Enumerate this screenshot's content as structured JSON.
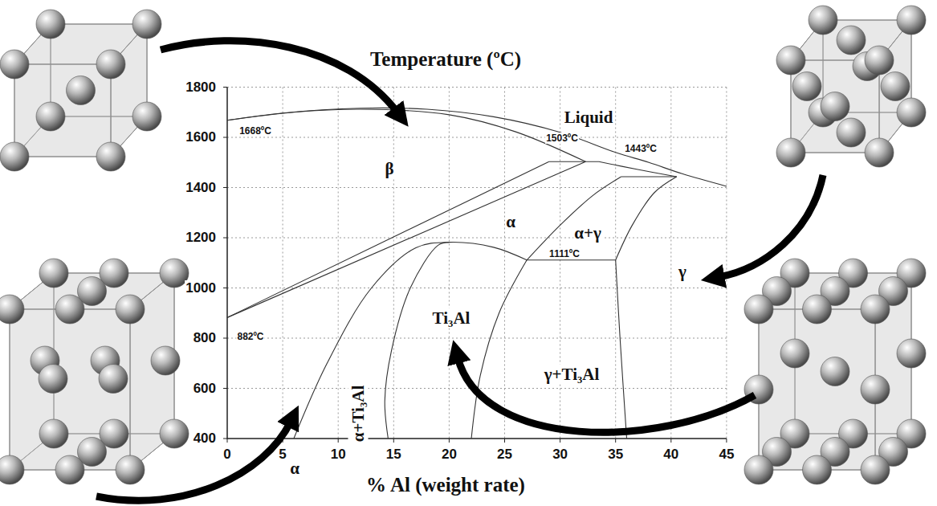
{
  "diagram": {
    "labels": [
      "Temperature (ºC)",
      "1800",
      "1600",
      "1400",
      "1200",
      "1000",
      "800",
      "600",
      "400",
      "1668ºC",
      "Liquid",
      "1503ºC",
      "1443ºC",
      "β",
      "α",
      "α+γ",
      "1111ºC",
      "γ",
      "882ºC",
      "Ti₃Al",
      "α",
      "α+Ti₃Al",
      "γ+Ti₃Al",
      "0",
      "5",
      "10",
      "15",
      "20",
      "25",
      "30",
      "35",
      "40",
      "45",
      "% Al (weight rate)"
    ]
  }
}
